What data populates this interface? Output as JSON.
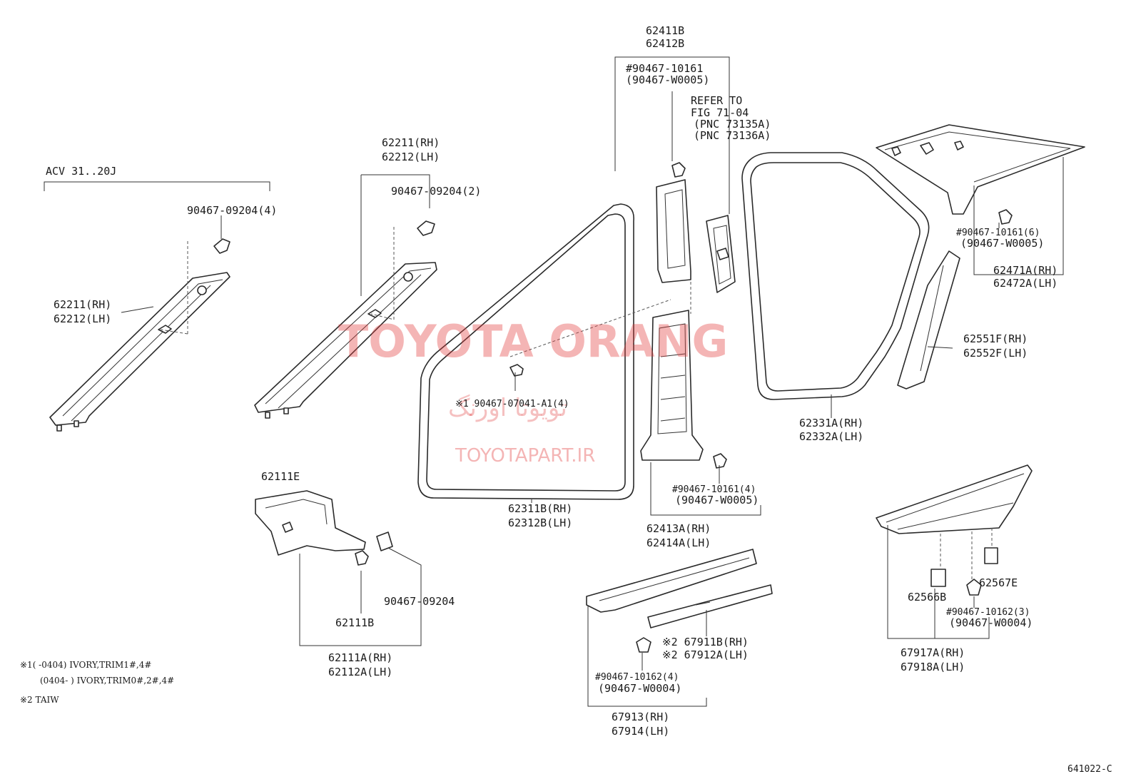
{
  "watermark": {
    "brand": "TOYOTA ORANG",
    "arabic": "تویوتا اورنگ",
    "site": "TOYOTAPART.IR"
  },
  "figure_code": "641022-C",
  "notes": [
    "※1(     -0404) IVORY,TRIM1#,4#",
    "(0404-     ) IVORY,TRIM0#,2#,4#",
    "※2 TAIW"
  ],
  "labels": [
    "ACV 31..20J",
    "90467-09204(4)",
    "62211(RH)",
    "62212(LH)",
    "62211(RH)",
    "62212(LH)",
    "90467-09204(2)",
    "62411B",
    "62412B",
    "#90467-10161",
    "(90467-W0005)",
    "REFER TO",
    "FIG 71-04",
    "(PNC 73135A)",
    "(PNC 73136A)",
    "#90467-10161(6)",
    "(90467-W0005)",
    "62471A(RH)",
    "62472A(LH)",
    "62551F(RH)",
    "62552F(LH)",
    "62331A(RH)",
    "62332A(LH)",
    "※1 90467-07041-A1(4)",
    "62311B(RH)",
    "62312B(LH)",
    "#90467-10161(4)",
    "(90467-W0005)",
    "62413A(RH)",
    "62414A(LH)",
    "62111E",
    "90467-09204",
    "62111B",
    "62111A(RH)",
    "62112A(LH)",
    "※2 67911B(RH)",
    "※2 67912A(LH)",
    "#90467-10162(4)",
    "(90467-W0004)",
    "67913(RH)",
    "67914(LH)",
    "62566B",
    "62567E",
    "#90467-10162(3)",
    "(90467-W0004)",
    "67917A(RH)",
    "67918A(LH)"
  ]
}
